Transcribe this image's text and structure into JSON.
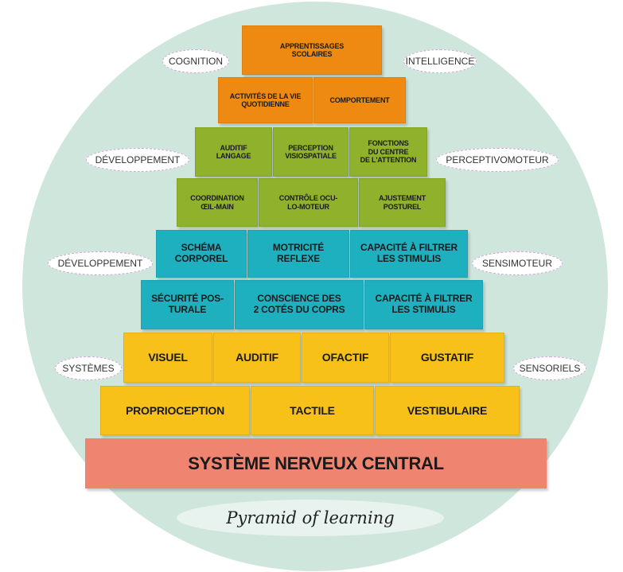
{
  "colors": {
    "circle": "#cfe6dc",
    "orange": "#ee8a12",
    "green": "#8fb12c",
    "teal": "#1fb0bf",
    "yellow": "#f7c11a",
    "base": "#ef8570"
  },
  "pyramid": {
    "row1": [
      "APPRENTISSAGES\nSCOLAIRES"
    ],
    "row2": [
      "ACTIVITÉS DE LA VIE\nQUOTIDIENNE",
      "COMPORTEMENT"
    ],
    "row3": [
      "AUDITIF\nLANGAGE",
      "PERCEPTION\nVISIOSPATIALE",
      "FONCTIONS\nDU CENTRE\nDE L'ATTENTION"
    ],
    "row4": [
      "COORDINATION\nŒIL-MAIN",
      "CONTRÔLE OCU-\nLO-MOTEUR",
      "AJUSTEMENT\nPOSTUREL"
    ],
    "row5": [
      "SCHÉMA\nCORPOREL",
      "MOTRICITÉ\nREFLEXE",
      "CAPACITÉ À FILTRER\nLES STIMULIS"
    ],
    "row6": [
      "SÉCURITÉ POS-\nTURALE",
      "CONSCIENCE DES\n2 COTÉS DU COPRS",
      "CAPACITÉ À FILTRER\nLES STIMULIS"
    ],
    "row7": [
      "VISUEL",
      "AUDITIF",
      "OFACTIF",
      "GUSTATIF"
    ],
    "row8": [
      "PROPRIOCEPTION",
      "TACTILE",
      "VESTIBULAIRE"
    ],
    "base": "SYSTÈME NERVEUX CENTRAL"
  },
  "tags": {
    "cognition": "COGNITION",
    "intelligence": "INTELLIGENCE",
    "developpement_1": "DÉVELOPPEMENT",
    "perceptivomoteur": "PERCEPTIVOMOTEUR",
    "developpement_2": "DÉVELOPPEMENT",
    "sensimoteur": "SENSIMOTEUR",
    "systemes": "SYSTÈMES",
    "sensoriels": "SENSORIELS"
  },
  "caption": "Pyramid of learning"
}
